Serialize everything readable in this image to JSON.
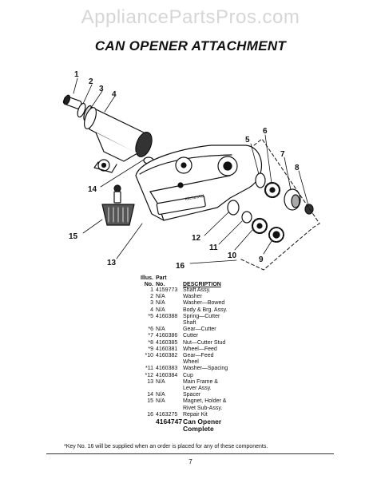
{
  "watermark": "AppliancePartsPros.com",
  "title": "CAN OPENER ATTACHMENT",
  "diagram": {
    "callouts": [
      "1",
      "2",
      "3",
      "4",
      "5",
      "6",
      "7",
      "8",
      "9",
      "10",
      "11",
      "12",
      "13",
      "14",
      "15",
      "16"
    ],
    "nameplate": "KitchenAid"
  },
  "parts_list": {
    "header": {
      "illus": "Illus.",
      "no1": "No.",
      "part": "Part",
      "no2": "No.",
      "description": "DESCRIPTION"
    },
    "rows": [
      {
        "no": "1",
        "part": "4159773",
        "desc": "Shaft Assy."
      },
      {
        "no": "2",
        "part": "N/A",
        "desc": "Washer"
      },
      {
        "no": "3",
        "part": "N/A",
        "desc": "Washer—Bowed"
      },
      {
        "no": "4",
        "part": "N/A",
        "desc": "Body & Brg. Assy."
      },
      {
        "no": "*5",
        "part": "4160388",
        "desc": "Spring—Cutter"
      },
      {
        "no": "",
        "part": "",
        "desc": "Shaft"
      },
      {
        "no": "*6",
        "part": "N/A",
        "desc": "Gear—Cutter"
      },
      {
        "no": "*7",
        "part": "4160386",
        "desc": "Cutter"
      },
      {
        "no": "*8",
        "part": "4160385",
        "desc": "Nut—Cutter Stud"
      },
      {
        "no": "*9",
        "part": "4160381",
        "desc": "Wheel—Feed"
      },
      {
        "no": "*10",
        "part": "4160382",
        "desc": "Gear—Feed"
      },
      {
        "no": "",
        "part": "",
        "desc": "Wheel"
      },
      {
        "no": "*11",
        "part": "4160383",
        "desc": "Washer—Spacing"
      },
      {
        "no": "*12",
        "part": "4160384",
        "desc": "Cup"
      },
      {
        "no": "13",
        "part": "N/A",
        "desc": "Main Frame &"
      },
      {
        "no": "",
        "part": "",
        "desc": "Lever Assy."
      },
      {
        "no": "14",
        "part": "N/A",
        "desc": "Spacer"
      },
      {
        "no": "15",
        "part": "N/A",
        "desc": "Magnet, Holder &"
      },
      {
        "no": "",
        "part": "",
        "desc": "Rivet Sub-Assy."
      },
      {
        "no": "16",
        "part": "4163275",
        "desc": "Repair Kit"
      }
    ],
    "complete": {
      "part": "4164747",
      "desc1": "Can Opener",
      "desc2": "Complete"
    }
  },
  "footnote": "*Key No. 16 will be supplied when an order is placed for any of these components.",
  "page_number": "7"
}
